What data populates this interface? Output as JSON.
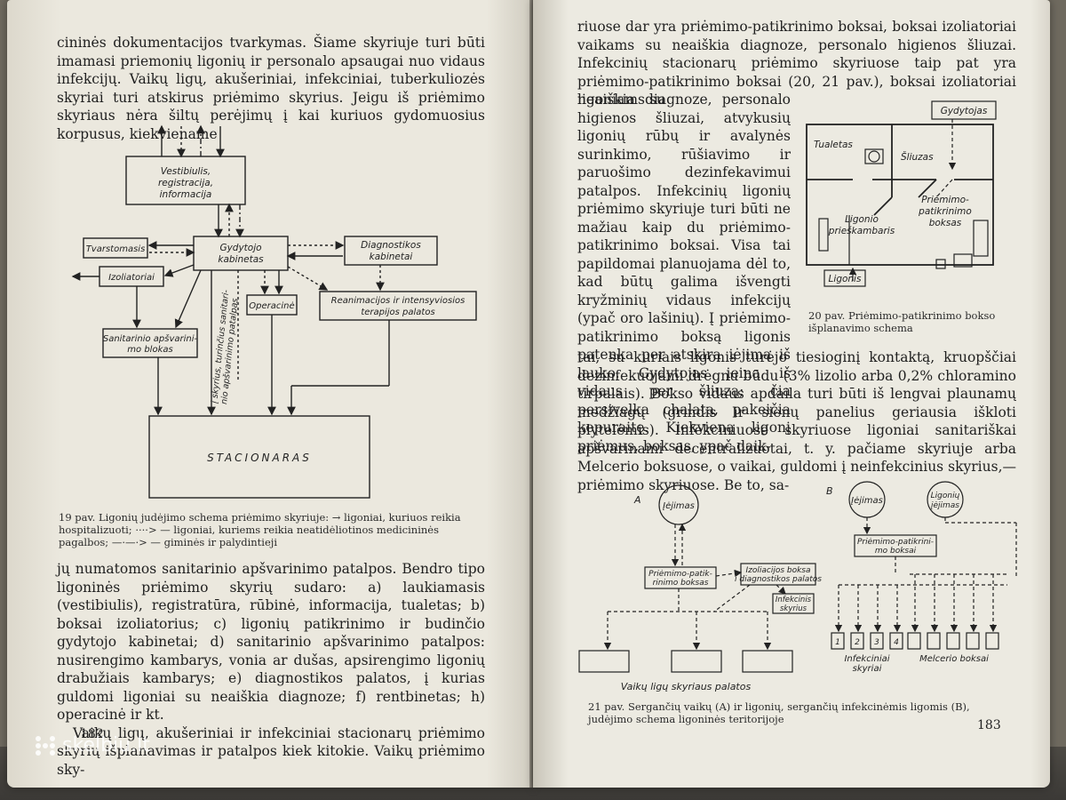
{
  "left_page": {
    "number": "182",
    "top_paragraph": "cininės dokumentacijos tvarkymas. Šiame skyriuje turi būti imamasi priemonių ligonių ir personalo apsaugai nuo vidaus infekcijų. Vaikų ligų, akušeriniai, infekciniai, tuberkuliozės skyriai turi atskirus priėmimo skyrius. Jeigu iš priėmimo skyriaus nėra šiltų perėjimų į kai kuriuos gydomuosius korpusus, kiekviename",
    "figure": {
      "labels": {
        "vestibule": [
          "Vestibiulis,",
          "registracija,",
          "informacija"
        ],
        "doctor": [
          "Gydytojo",
          "kabinetas"
        ],
        "diagnostics": [
          "Diagnostikos",
          "kabinetai"
        ],
        "dressing": "Tvarstomasis",
        "isolators": "Izoliatoriai",
        "operating": "Operacinė",
        "reanimation": [
          "Reanimacijos ir intensyviosios",
          "terapijos palatos"
        ],
        "sanitary": [
          "Sanitarinio apšvarini-",
          "mo blokas"
        ],
        "vertical": [
          "į skyrius, turinčius sanitari-",
          "nio apšvarinimo patalpas"
        ],
        "hospital": "STACIONARAS"
      },
      "caption": "19 pav. Ligonių judėjimo schema priėmimo skyriuje: → ligoniai, kuriuos reikia hospitalizuoti; ····> — ligoniai, kuriems reikia neatidėliotinos medicininės pagalbos; —·—·> — giminės ir palydintieji"
    },
    "bottom_paragraphs": [
      "jų numatomos sanitarinio apšvarinimo patalpos. Bendro tipo ligoninės priėmimo skyrių sudaro: a) laukiamasis (vestibiulis), registratūra, rūbinė, informacija, tualetas; b) boksai izoliatorius; c) ligonių patikrinimo ir budinčio gydytojo kabinetai; d) sanitarinio apšvarinimo patalpos: nusirengimo kambarys, vonia ar dušas, apsirengimo ligonių drabužiais kambarys; e) diagnostikos palatos, į kurias guldomi ligoniai su neaiškia diagnoze; f) rentbinetas; h) operacinė ir kt.",
      "Vaikų ligų, akušeriniai ir infekciniai stacionarų priėmimo skyrių išplanavimas ir patalpos kiek kitokie. Vaikų priėmimo sky-"
    ]
  },
  "right_page": {
    "number": "183",
    "top_paragraph": "riuose dar yra priėmimo-patikrinimo boksai, boksai izoliatoriai vaikams su neaiškia diagnoze, personalo higienos šliuzai. Infekcinių stacionarų priėmimo skyriuose taip pat yra priėmimo-patikrinimo boksai (20, 21 pav.), boksai izoliatoriai ligoniams su",
    "column_paragraph": "neaiškia diagnoze, personalo higienos šliuzai, atvykusių ligonių rūbų ir avalynės surinkimo, rūšiavimo ir paruošimo dezinfekavimui patalpos. Infekcinių ligonių priėmimo skyriuje turi būti ne mažiau kaip du priėmimo-patikrinimo boksai. Visa tai papildomai planuojama dėl to, kad būtų galima išvengti kryžminių vidaus infekcijų (ypač oro lašinių). Į priėmimo-patikrinimo boksą ligonis patenka per atskirą įėjimą iš lauko. Gydytojas įeina iš vidaus per šliuzą; čia persivelka chalatą, pakeičia kepuraitę. Kiekvieną ligonį priėmus, boksas, ypač daik-",
    "full_paragraph": "tai, su kuriais ligonis turėjo tiesioginį kontaktą, kruopščiai dezinfekuojami drėgnu būdu (3% lizolio arba 0,2% chloramino tirpalais). Bokso vidaus apdaila turi būti iš lengvai plaunamų medžiagų (grindis ir sienų panelius geriausia iškloti plytelėmis). Infekciniuose skyriuose ligoniai sanitariškai apšvarinami decentralizuotai, t. y. pačiame skyriuje arba Melcerio boksuose, o vaikai, guldomi į neinfekcinius skyrius,— priėmimo skyriuose. Be to, sa-",
    "figure20": {
      "labels": {
        "doctor": "Gydytojas",
        "toilet": "Tualetas",
        "sluice": "Šliuzas",
        "reception": [
          "Priėmimo-",
          "patikrinimo",
          "boksas"
        ],
        "patient_room": [
          "Ligonio",
          "prieškambaris"
        ],
        "patient": "Ligonis"
      },
      "caption": "20 pav. Priėmimo-patikrinimo bokso išplanavimo schema"
    },
    "figure21": {
      "labels": {
        "A": "A",
        "B": "B",
        "entrance": "Įėjimas",
        "entrance_b": "Įėjimas",
        "patients_b": [
          "Ligonių",
          "įėjimas"
        ],
        "reception_a": [
          "Priėmimo-patik-",
          "rinimo boksas"
        ],
        "isolation": [
          "Izoliacijos boksa",
          "i diagnostikos palatos"
        ],
        "infection_wards": [
          "Infekcinis",
          "skyrius"
        ],
        "children_wards": "Vaikų ligų skyriaus palatos",
        "reception_b": [
          "Priėmimo-patikrini-",
          "mo boksai"
        ],
        "box1": "1",
        "box2": "2",
        "box3": "3",
        "box4": "4",
        "infectious": [
          "Infekciniai",
          "skyriai"
        ],
        "melcer": "Melcerio boksai"
      },
      "caption": "21 pav. Sergančių vaikų (A) ir ligonių, sergančių infekcinėmis ligomis (B), judėjimo schema ligoninės teritorijoje"
    }
  },
  "watermark": {
    "text": "skelbiu.lt",
    "icon": "dots-logo-icon"
  }
}
